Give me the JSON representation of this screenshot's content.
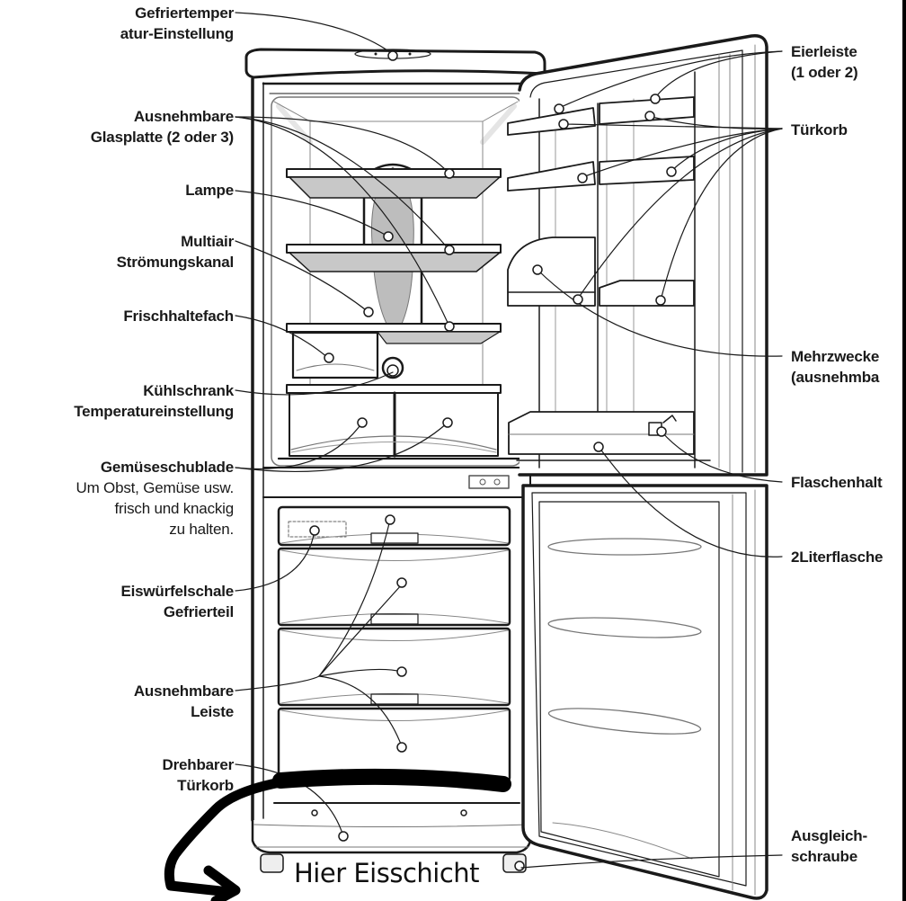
{
  "diagram": {
    "subject": "Kühl-Gefrier-Kombination (Innenansicht, Türen geöffnet)",
    "colors": {
      "line": "#1a1a1a",
      "glass_fill": "#c8c8c8",
      "lamp_fill": "#bdbdbd",
      "background": "#ffffff",
      "marker_stroke": "#000000"
    },
    "labels_left": [
      {
        "id": "gefriertemperatur",
        "lines": [
          "Gefriertemper",
          "atur-Einstellung"
        ]
      },
      {
        "id": "glasplatte",
        "lines": [
          "Ausnehmbare",
          "Glasplatte (2 oder 3)"
        ]
      },
      {
        "id": "lampe",
        "lines": [
          "Lampe"
        ]
      },
      {
        "id": "multiair",
        "lines": [
          "Multiair",
          "Strömungskanal"
        ]
      },
      {
        "id": "frischhaltefach",
        "lines": [
          "Frischhaltefach"
        ]
      },
      {
        "id": "kuehlschrank-temp",
        "lines": [
          "Kühlschrank",
          "Temperatureinstellung"
        ]
      },
      {
        "id": "gemueseschublade",
        "lines": [
          "Gemüseschublade"
        ],
        "description": [
          "Um Obst, Gemüse usw.",
          "frisch und knackig",
          "zu halten."
        ]
      },
      {
        "id": "eiswuerfelschale",
        "lines": [
          "Eiswürfelschale",
          "Gefrierteil"
        ]
      },
      {
        "id": "leiste",
        "lines": [
          "Ausnehmbare",
          "Leiste"
        ]
      },
      {
        "id": "drehbarer-tuerkorb",
        "lines": [
          "Drehbarer",
          "Türkorb"
        ]
      }
    ],
    "labels_right": [
      {
        "id": "eierleiste",
        "lines": [
          "Eierleiste",
          "(1 oder 2)"
        ]
      },
      {
        "id": "tuerkorb",
        "lines": [
          "Türkorb"
        ]
      },
      {
        "id": "mehrzweckecke",
        "lines": [
          "Mehrzwecke",
          "(ausnehmba"
        ]
      },
      {
        "id": "flaschenhalter",
        "lines": [
          "Flaschenhalt"
        ]
      },
      {
        "id": "2literflasche",
        "lines": [
          "2Literflasche"
        ]
      },
      {
        "id": "ausgleichschraube",
        "lines": [
          "Ausgleich-",
          "schraube"
        ]
      }
    ],
    "handwritten_annotation": {
      "text": "Hier Eisschicht",
      "arrow": "hand-drawn black arrow from bottom freezer drawer to the left and down"
    }
  }
}
